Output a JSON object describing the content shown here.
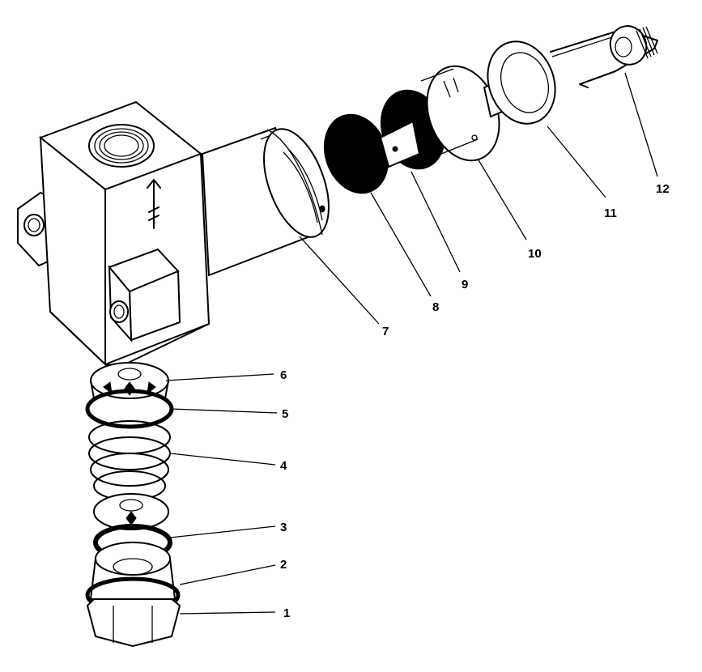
{
  "figure": {
    "callouts": [
      {
        "id": "1",
        "label": "1"
      },
      {
        "id": "2",
        "label": "2"
      },
      {
        "id": "3",
        "label": "3"
      },
      {
        "id": "4",
        "label": "4"
      },
      {
        "id": "5",
        "label": "5"
      },
      {
        "id": "6",
        "label": "6"
      },
      {
        "id": "7",
        "label": "7"
      },
      {
        "id": "8",
        "label": "8"
      },
      {
        "id": "9",
        "label": "9"
      },
      {
        "id": "10",
        "label": "10"
      },
      {
        "id": "11",
        "label": "11"
      },
      {
        "id": "12",
        "label": "12"
      }
    ]
  },
  "colors": {
    "ink": "#000000",
    "paper": "#ffffff"
  }
}
